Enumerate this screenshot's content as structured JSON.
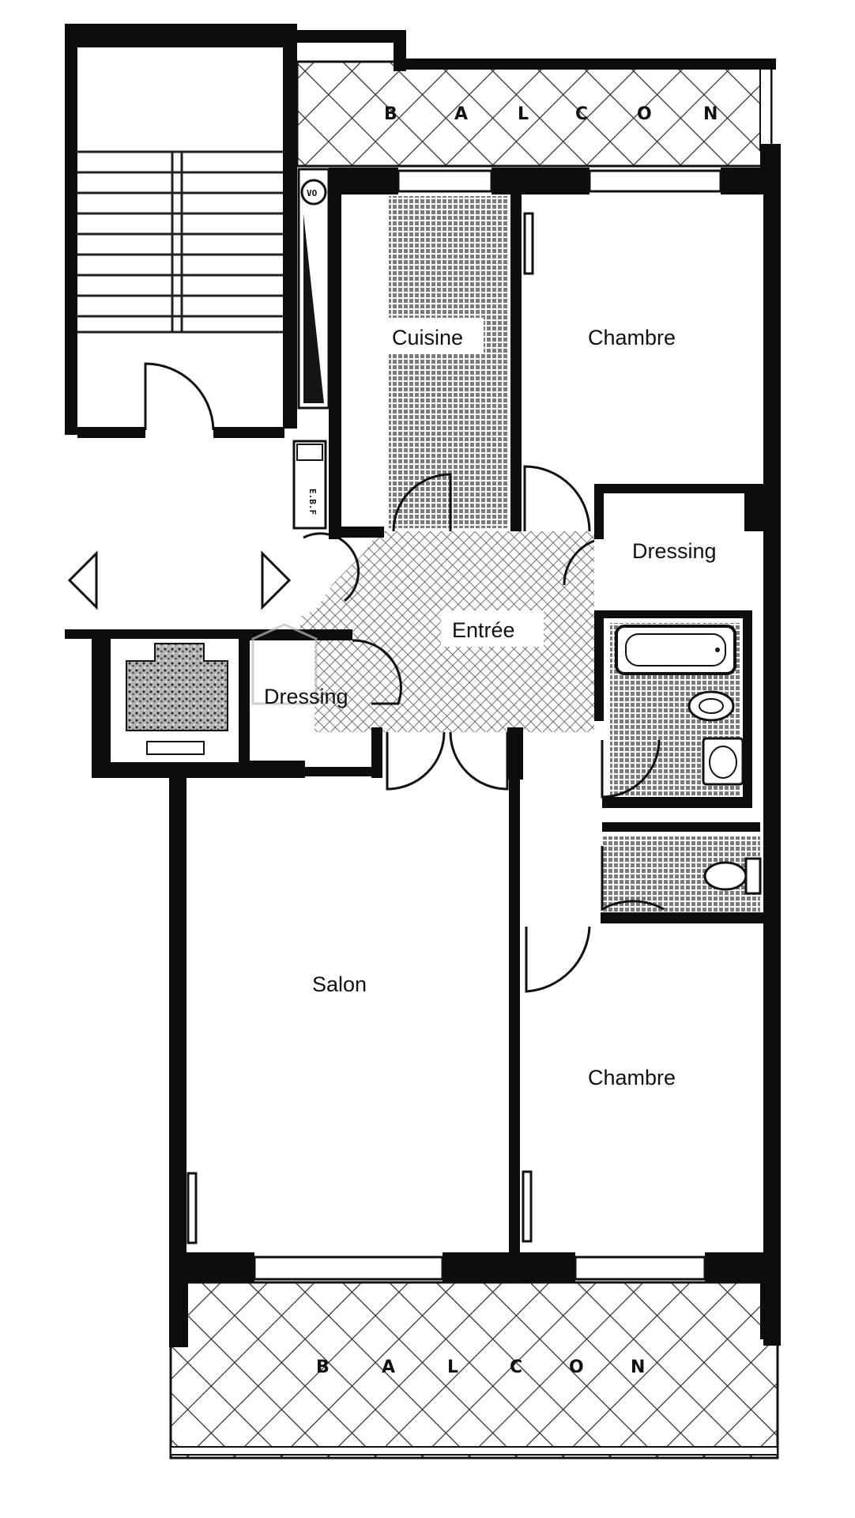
{
  "plan": {
    "rooms": {
      "cuisine": "Cuisine",
      "chambre_top": "Chambre",
      "dressing_right": "Dressing",
      "entree": "Entrée",
      "dressing_left": "Dressing",
      "salon": "Salon",
      "chambre_bottom": "Chambre"
    },
    "balcony_top": [
      "B",
      "A",
      "L",
      "C",
      "O",
      "N"
    ],
    "balcony_bottom": [
      "B",
      "A",
      "L",
      "C",
      "O",
      "N"
    ],
    "shaft_label": "VO",
    "cupboard_label": "E.B.F"
  },
  "colors": {
    "wall": "#0d0d0d",
    "paper": "#ffffff",
    "hatch": "#3a3a3a"
  }
}
